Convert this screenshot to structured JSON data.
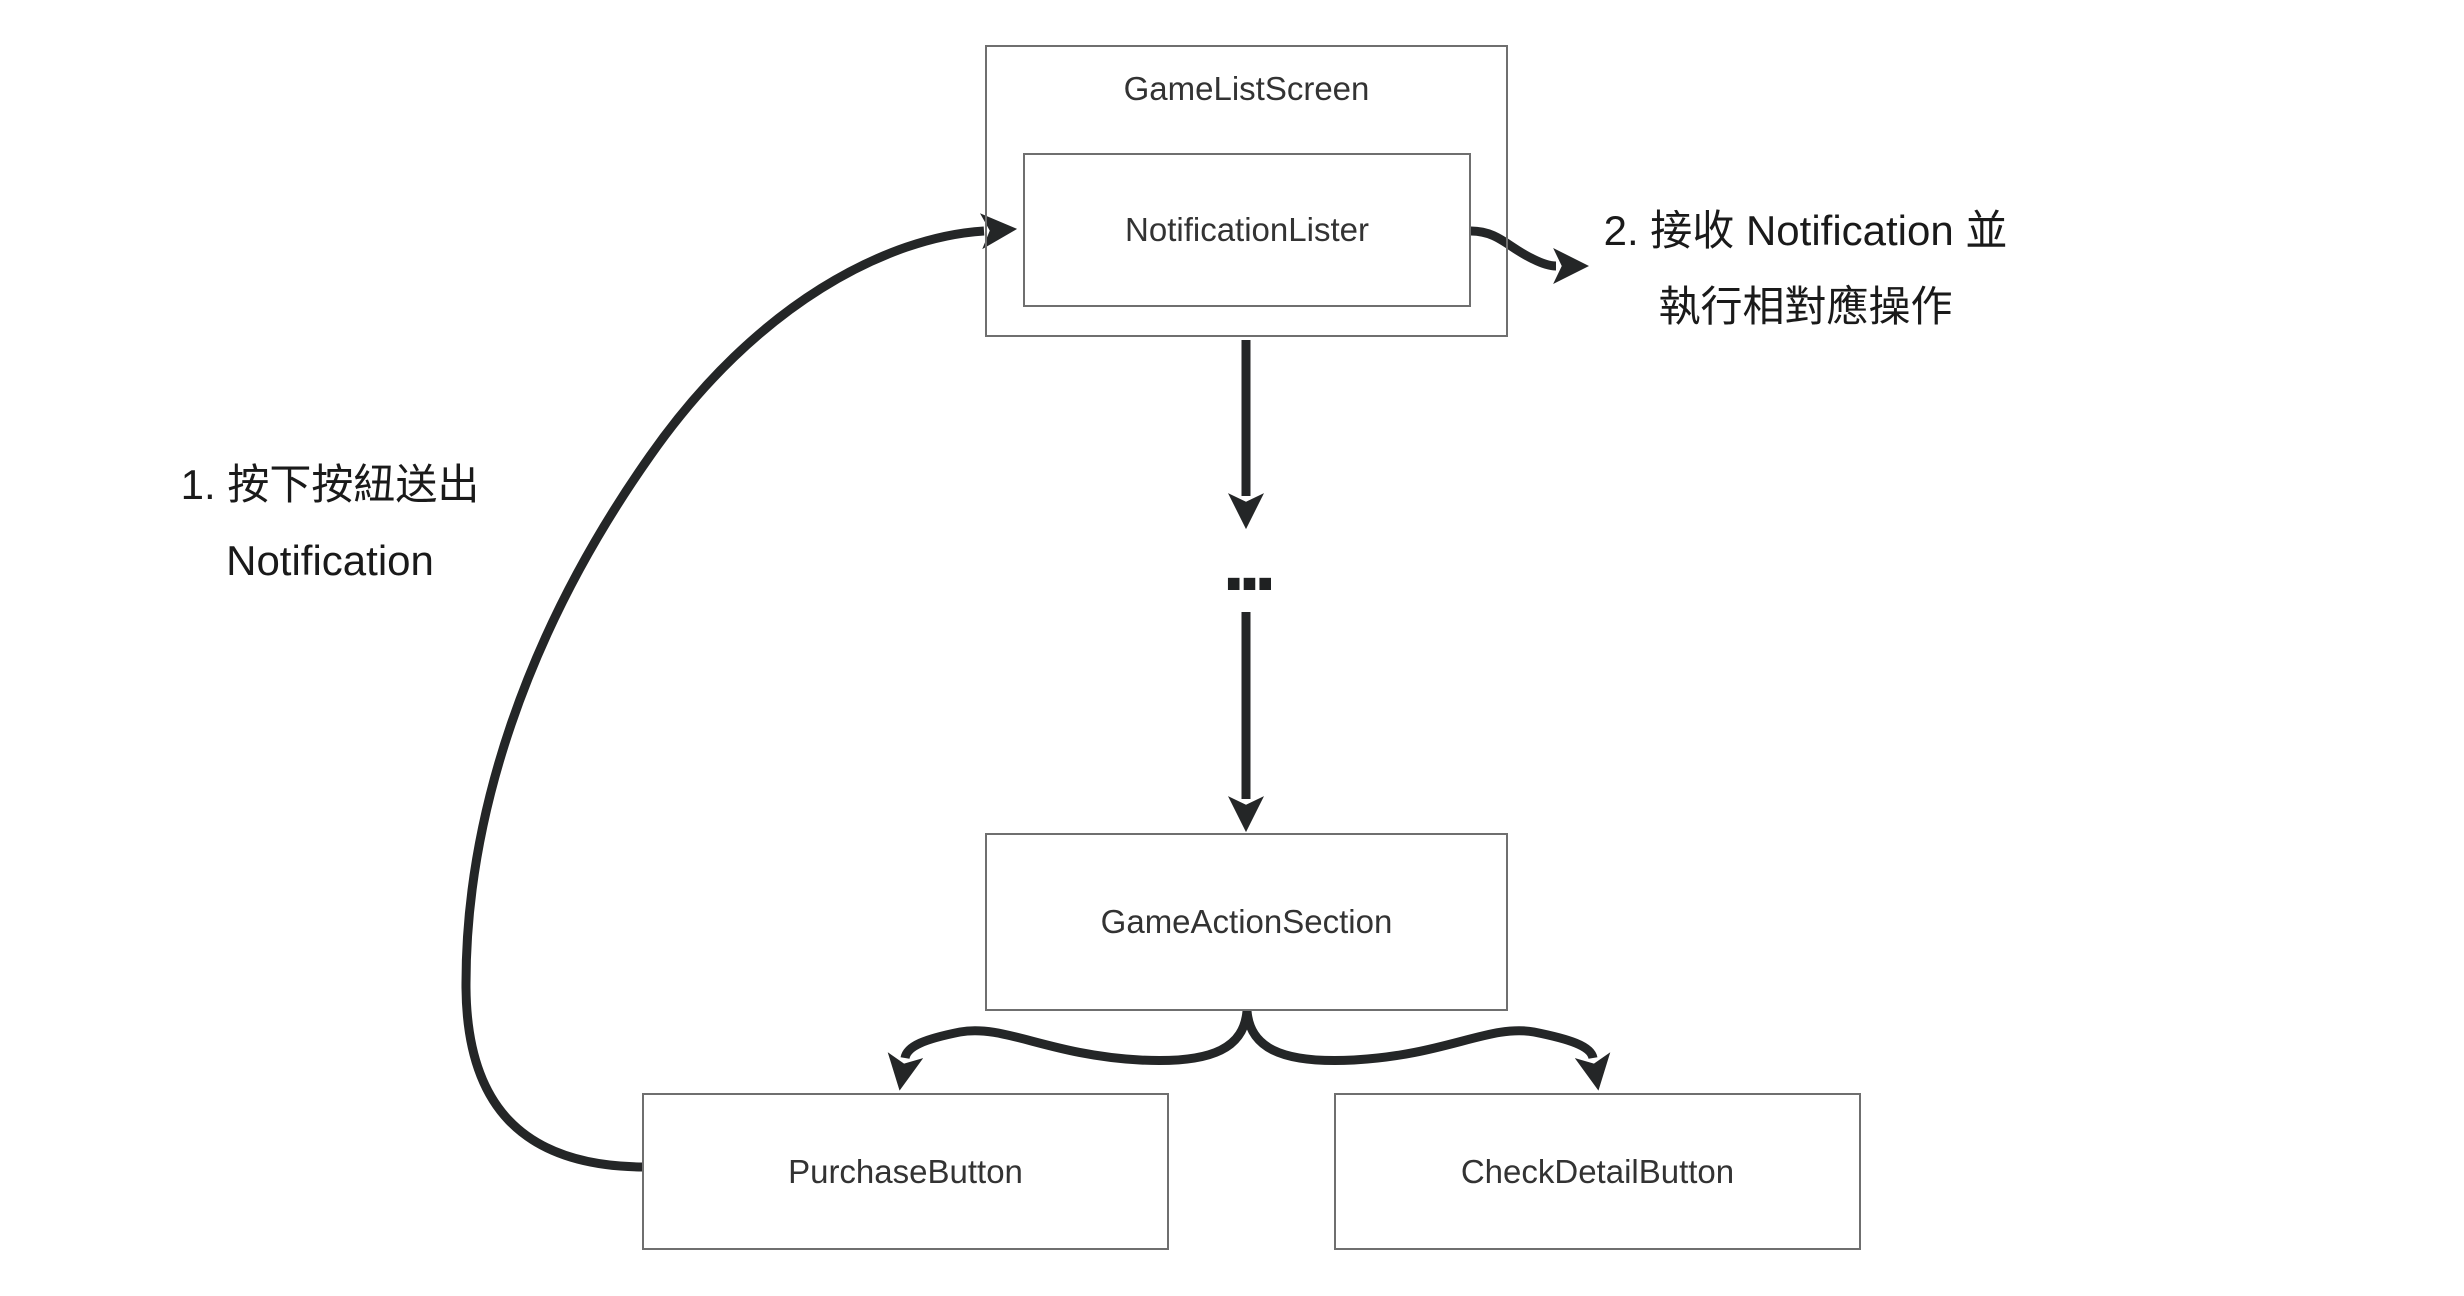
{
  "nodes": {
    "game_list_screen": {
      "label": "GameListScreen"
    },
    "notification_lister": {
      "label": "NotificationLister"
    },
    "game_action_section": {
      "label": "GameActionSection"
    },
    "purchase_button": {
      "label": "PurchaseButton"
    },
    "check_detail_button": {
      "label": "CheckDetailButton"
    }
  },
  "connectors": {
    "ellipsis": "..."
  },
  "annotations": {
    "step1": {
      "line1": "1. 按下按紐送出",
      "line2": "Notification"
    },
    "step2": {
      "line1": "2. 接收 Notification 並",
      "line2": "執行相對應操作"
    }
  },
  "colors": {
    "background": "#ffffff",
    "arrow": "#242627",
    "node_border": "#6f6f6f",
    "node_text": "#333333",
    "annotation_text": "#1a1a1a"
  }
}
